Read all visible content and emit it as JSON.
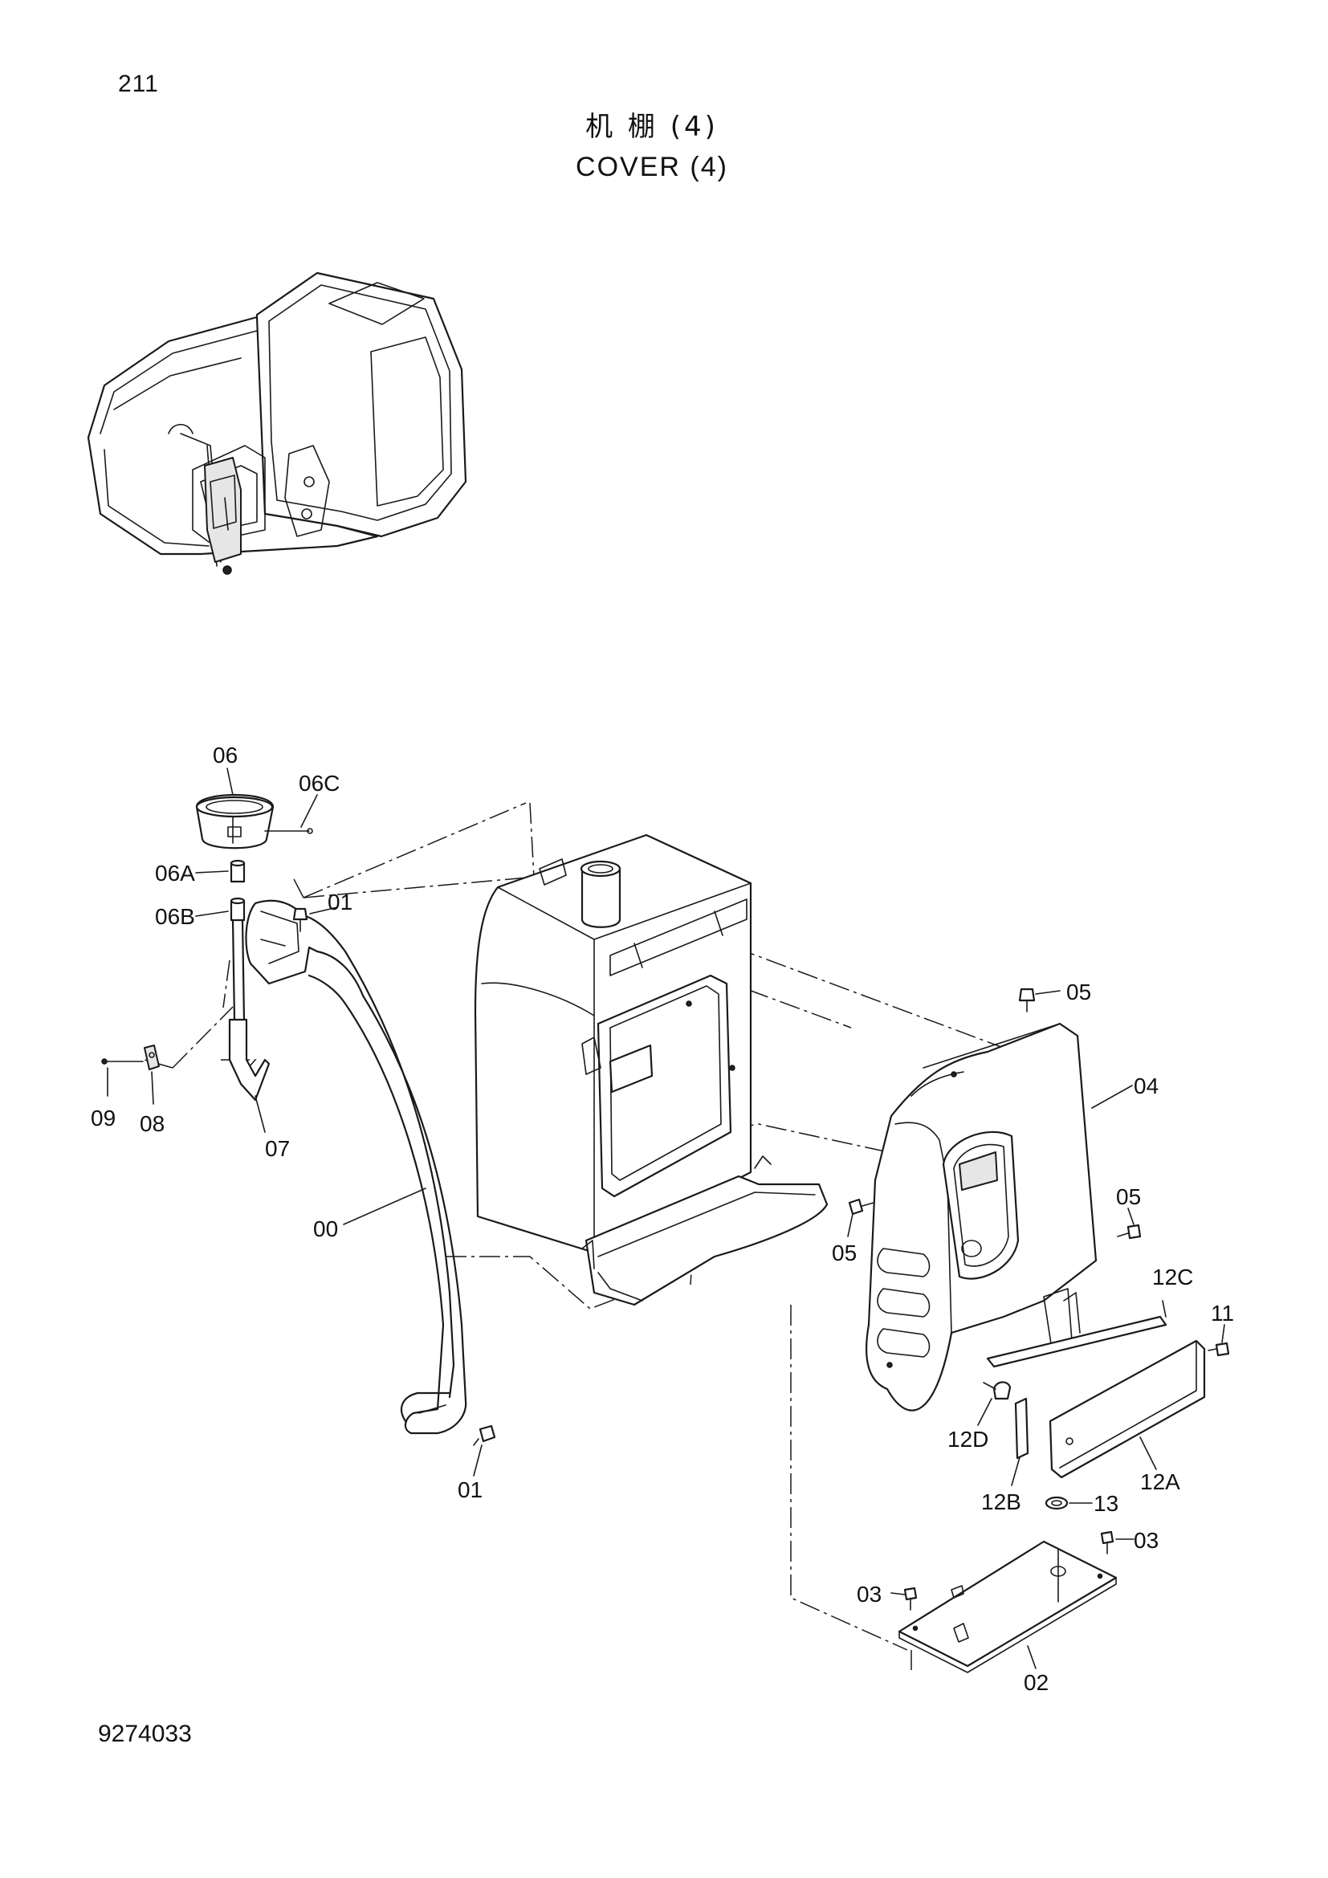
{
  "header": {
    "page_number": "211",
    "title_cn": "机 棚 (4)",
    "title_en": "COVER (4)"
  },
  "footer": {
    "document_number": "9274033"
  },
  "callouts": {
    "c06": "06",
    "c06C": "06C",
    "c06A": "06A",
    "c06B": "06B",
    "c01_top": "01",
    "c09": "09",
    "c08": "08",
    "c07": "07",
    "c00": "00",
    "c01_bottom": "01",
    "c05_top": "05",
    "c04": "04",
    "c05_left": "05",
    "c05_right": "05",
    "c12C": "12C",
    "c11": "11",
    "c12D": "12D",
    "c12A": "12A",
    "c12B": "12B",
    "c13": "13",
    "c03_right": "03",
    "c03_left": "03",
    "c02": "02"
  }
}
